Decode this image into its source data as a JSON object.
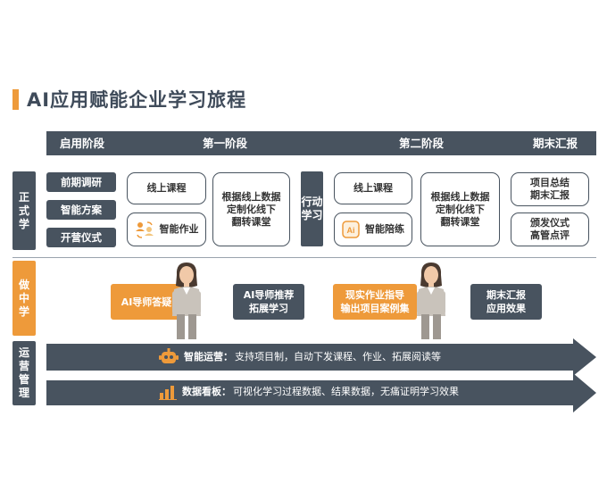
{
  "title": "AI应用赋能企业学习旅程",
  "header": [
    "启用阶段",
    "第一阶段",
    "第二阶段",
    "期末汇报"
  ],
  "rows": {
    "formal": [
      "正",
      "式",
      "学"
    ],
    "practice": [
      "做",
      "中",
      "学"
    ],
    "ops": [
      "运",
      "营",
      "管",
      "理"
    ]
  },
  "start_items": [
    "前期调研",
    "智能方案",
    "开营仪式"
  ],
  "phase1": {
    "online_course": "线上课程",
    "smart_homework": "智能作业",
    "flip_class": [
      "根据线上数据",
      "定制化线下",
      "翻转课堂"
    ]
  },
  "action_learning": [
    "行动",
    "学习"
  ],
  "phase2": {
    "online_course": "线上课程",
    "smart_drill": "智能陪练",
    "flip_class": [
      "根据线上数据",
      "定制化线下",
      "翻转课堂"
    ]
  },
  "final": {
    "summary": [
      "项目总结",
      "期末汇报"
    ],
    "ceremony": [
      "颁发仪式",
      "高管点评"
    ]
  },
  "practice_items": {
    "ai_qa": "AI导师答疑",
    "ai_recommend": [
      "AI导师推荐",
      "拓展学习"
    ],
    "work_guide": [
      "现实作业指导",
      "输出项目案例集"
    ],
    "final_effect": [
      "期末汇报",
      "应用效果"
    ]
  },
  "ops_items": [
    {
      "label": "智能运营：",
      "text": "支持项目制，自动下发课程、作业、拓展阅读等",
      "icon": "robot-icon"
    },
    {
      "label": "数据看板：",
      "text": "可视化学习过程数据、结果数据，无痛证明学习效果",
      "icon": "bar-chart-icon"
    }
  ],
  "icon_text": "Ai",
  "colors": {
    "dark": "#48535f",
    "orange": "#ee9a3a",
    "accent": "#f3c57c"
  }
}
